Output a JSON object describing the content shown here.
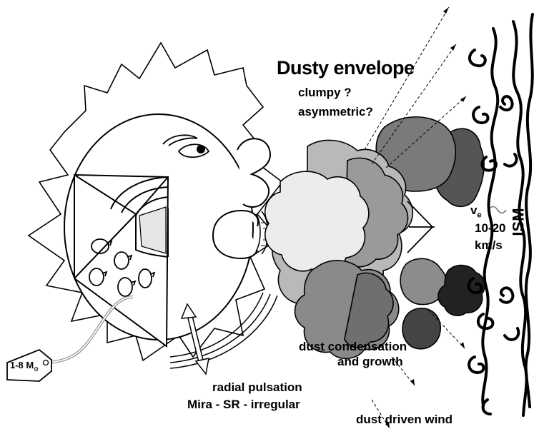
{
  "diagram": {
    "title": "Dusty envelope",
    "questions": [
      "clumpy ?",
      "asymmetric?"
    ],
    "velocity": {
      "symbol": "v",
      "subscript": "e",
      "approx": "~",
      "range": "10-20",
      "unit": "km/s"
    },
    "ism_label": "ISM",
    "mass_tag": {
      "value": "1-8 M",
      "subscript": "⊙"
    },
    "condensation": [
      "dust condensation",
      "and growth"
    ],
    "pulsation": [
      "radial pulsation",
      "Mira - SR - irregular"
    ],
    "wind": "dust driven wind"
  }
}
